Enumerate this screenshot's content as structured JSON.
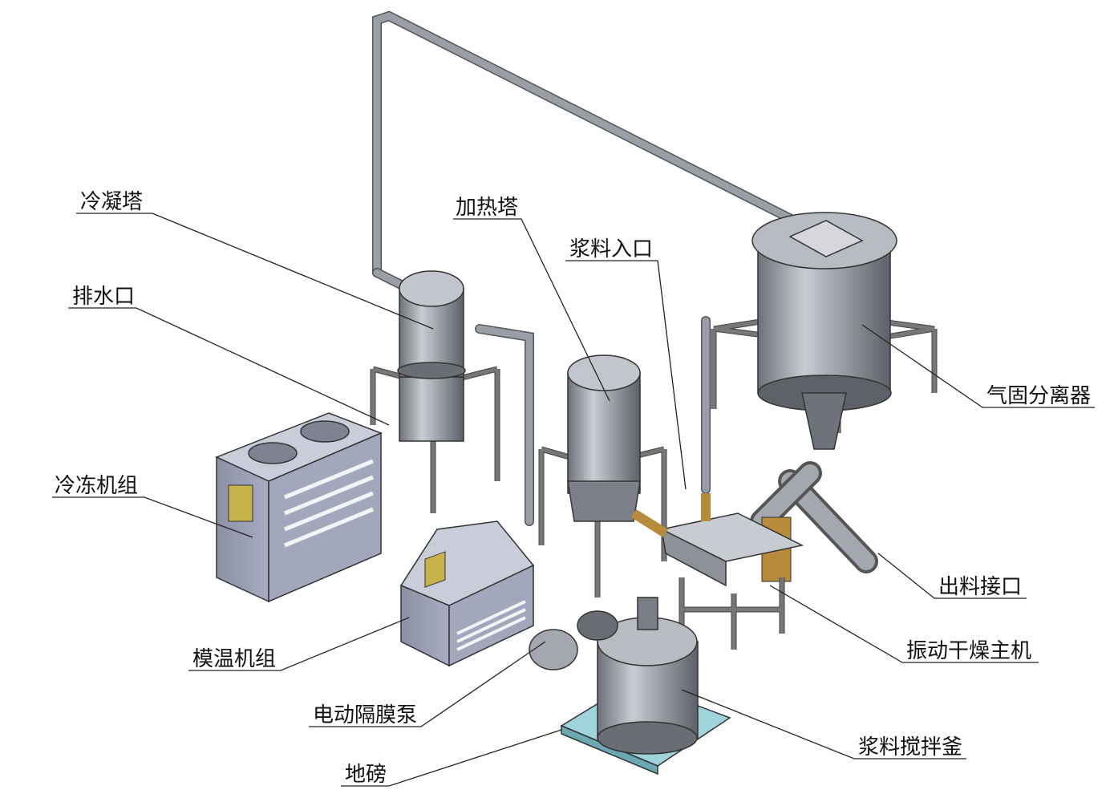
{
  "labels": {
    "condenser_tower": "冷凝塔",
    "drain_outlet": "排水口",
    "chiller_unit": "冷冻机组",
    "heating_tower": "加热塔",
    "slurry_inlet": "浆料入口",
    "gas_solid_separator": "气固分离器",
    "discharge_port": "出料接口",
    "vibration_dryer_main": "振动干燥主机",
    "mold_temp_unit": "模温机组",
    "electric_diaphragm_pump": "电动隔膜泵",
    "slurry_mixing_tank": "浆料搅拌釜",
    "floor_scale": "地磅"
  },
  "colors": {
    "metal": "#8f9299",
    "machine_body": "#9ea3b8",
    "scale": "#9fd4dc",
    "bellows": "#b88a3c"
  }
}
